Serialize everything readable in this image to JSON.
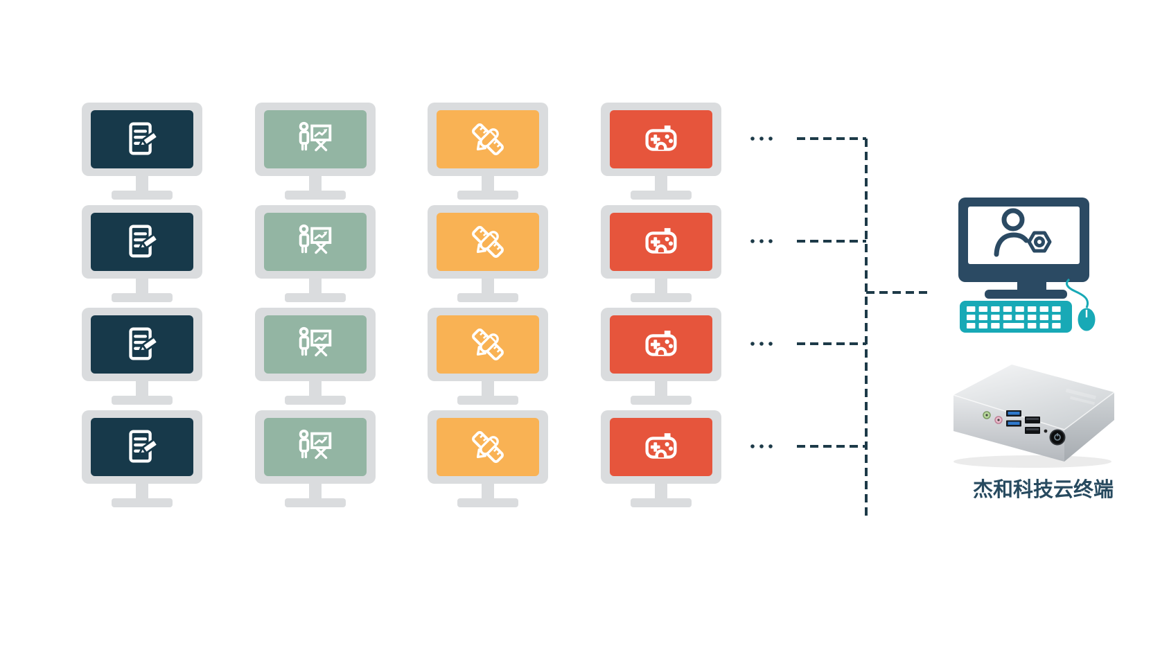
{
  "page": {
    "background": "#ffffff"
  },
  "client_grid": {
    "rows": 4,
    "row_ellipsis": "...",
    "monitor_frame_color": "#dadcde",
    "columns": [
      {
        "icon": "document-edit-icon",
        "screen_color": "#17394a"
      },
      {
        "icon": "presentation-icon",
        "screen_color": "#93b5a3"
      },
      {
        "icon": "ruler-pencil-icon",
        "screen_color": "#f9b254"
      },
      {
        "icon": "gamepad-icon",
        "screen_color": "#e6553c"
      }
    ]
  },
  "connector": {
    "style": "dashed",
    "color": "#1d3a48"
  },
  "admin_station": {
    "screen_icon": "user-gear-icon",
    "monitor_color": "#2b4a63",
    "peripheral_color": "#18a9b6"
  },
  "device": {
    "label": "杰和科技云终端",
    "label_color": "#274a5f",
    "ports": [
      "audio-out-jack",
      "mic-jack",
      "usb3-ports",
      "usb2-ports",
      "power-button"
    ]
  }
}
